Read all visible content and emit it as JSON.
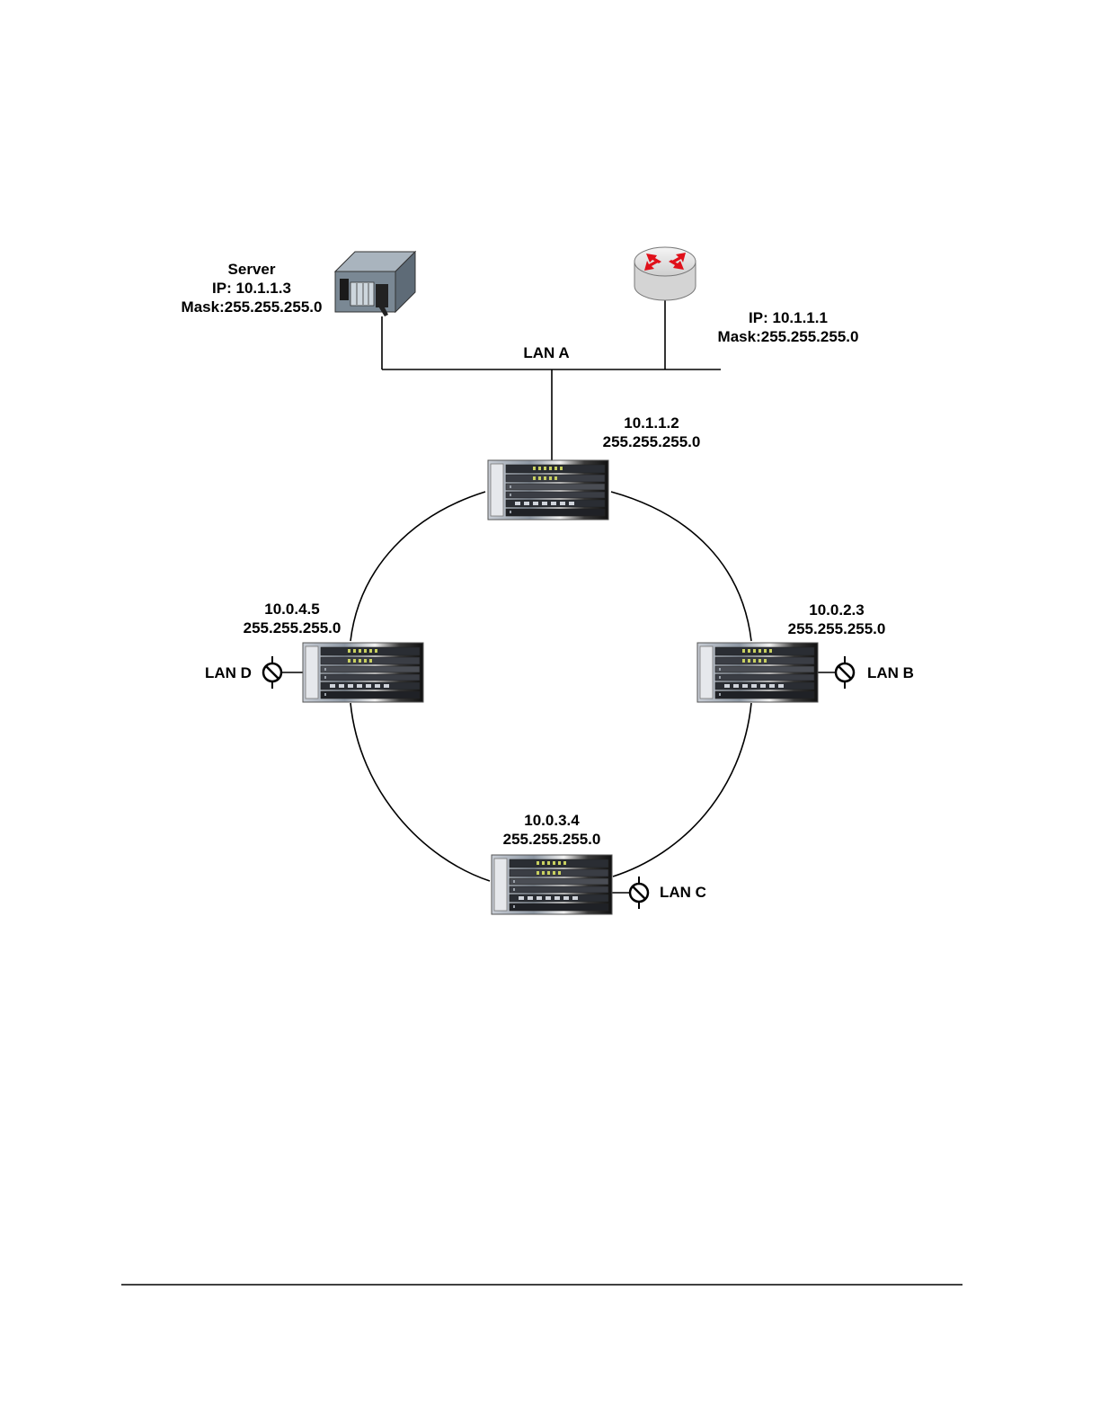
{
  "server": {
    "name": "Server",
    "ip": "IP: 10.1.1.3",
    "mask": "Mask:255.255.255.0",
    "icon": "server-icon"
  },
  "router": {
    "ip": "IP: 10.1.1.1",
    "mask": "Mask:255.255.255.0",
    "icon": "router-icon"
  },
  "lan_a": {
    "label": "LAN A"
  },
  "nodes": {
    "top": {
      "ip": "10.1.1.2",
      "mask": "255.255.255.0",
      "icon": "switch-chassis-icon"
    },
    "left": {
      "ip": "10.0.4.5",
      "mask": "255.255.255.0",
      "icon": "switch-chassis-icon",
      "lan": "LAN D"
    },
    "right": {
      "ip": "10.0.2.3",
      "mask": "255.255.255.0",
      "icon": "switch-chassis-icon",
      "lan": "LAN B"
    },
    "bottom": {
      "ip": "10.0.3.4",
      "mask": "255.255.255.0",
      "icon": "switch-chassis-icon",
      "lan": "LAN C"
    }
  },
  "colors": {
    "line": "#000000",
    "router_arrows": "#e0101a",
    "router_body": "#d9d9d9",
    "server_body": "#7a8894"
  }
}
